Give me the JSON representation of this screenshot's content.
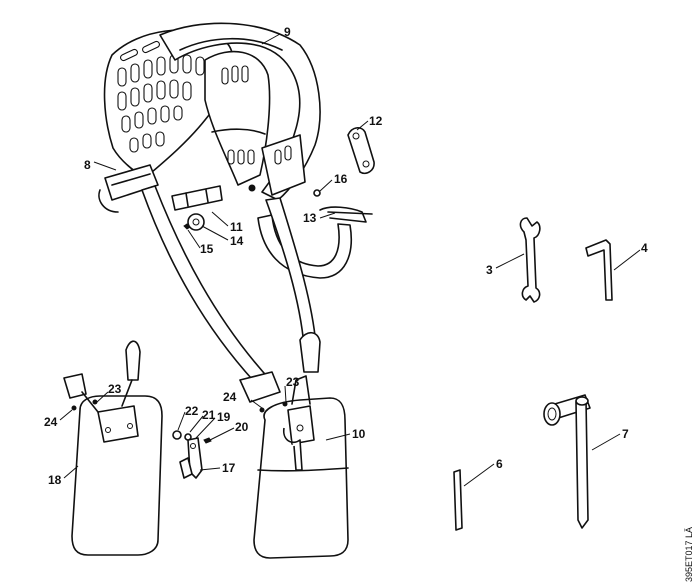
{
  "callouts": {
    "c1": "9",
    "c2": "8",
    "c3": "12",
    "c4": "16",
    "c5": "13",
    "c6": "11",
    "c7": "14",
    "c8": "15",
    "c9": "3",
    "c10": "4",
    "c11": "23",
    "c12": "24",
    "c13": "22",
    "c14": "21",
    "c15": "19",
    "c16": "20",
    "c17": "17",
    "c18": "18",
    "c19": "24",
    "c20": "23",
    "c21": "10",
    "c22": "6",
    "c23": "7"
  },
  "reference_code": "395ET017 LÄ"
}
